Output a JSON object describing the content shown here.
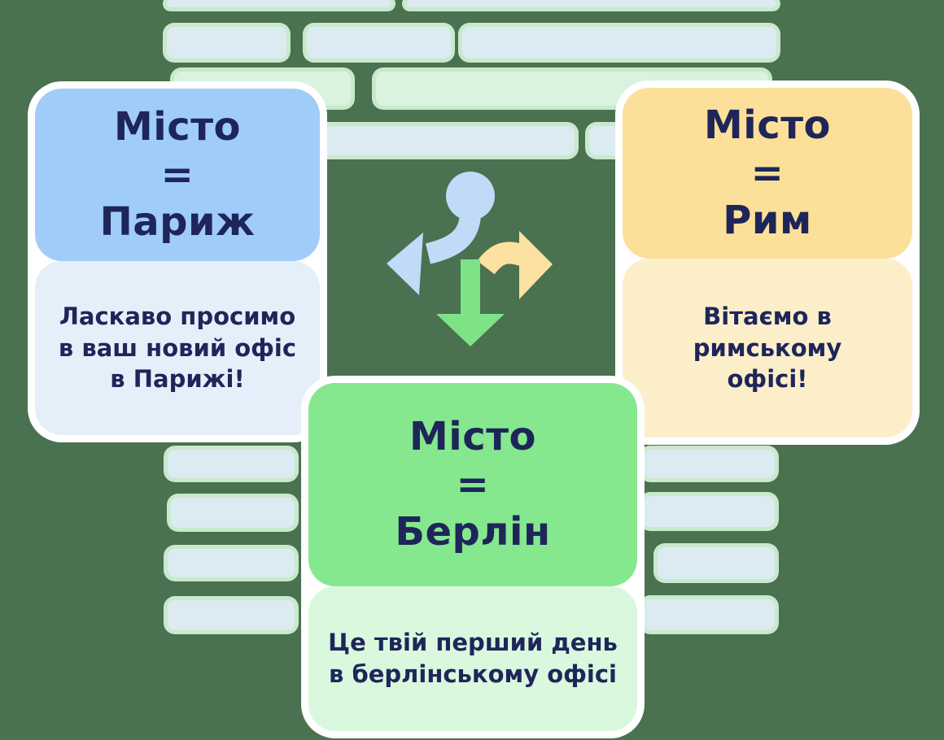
{
  "cards": [
    {
      "id": "paris",
      "variable": "Місто",
      "operator": "=",
      "value": "Париж",
      "message": "Ласкаво просимо\nв ваш новий офіс\nв Парижі!"
    },
    {
      "id": "rome",
      "variable": "Місто",
      "operator": "=",
      "value": "Рим",
      "message": "Вітаємо в\nримському\nофісі!"
    },
    {
      "id": "berlin",
      "variable": "Місто",
      "operator": "=",
      "value": "Берлін",
      "message": "Це твій перший день\nв берлінському офісі"
    }
  ],
  "icons": {
    "center": "branch-arrows-icon"
  },
  "colors": {
    "bg": "#4a7150",
    "barBlue": "#dcebf2",
    "barGreen": "#d9f3de",
    "barGlow": "#c9e9cc",
    "cardBorder": "#ffffff",
    "headerBlue": "#a0ccfa",
    "bodyBlue": "#e4effa",
    "headerYellow": "#fce099",
    "bodyYellow": "#fdeeca",
    "headerGreen": "#85e88e",
    "bodyGreen": "#d9f8de",
    "textNavy": "#1e2659",
    "iconBlue": "#c0daf8",
    "iconYellow": "#fce1a0",
    "iconGreen": "#7ee387"
  }
}
